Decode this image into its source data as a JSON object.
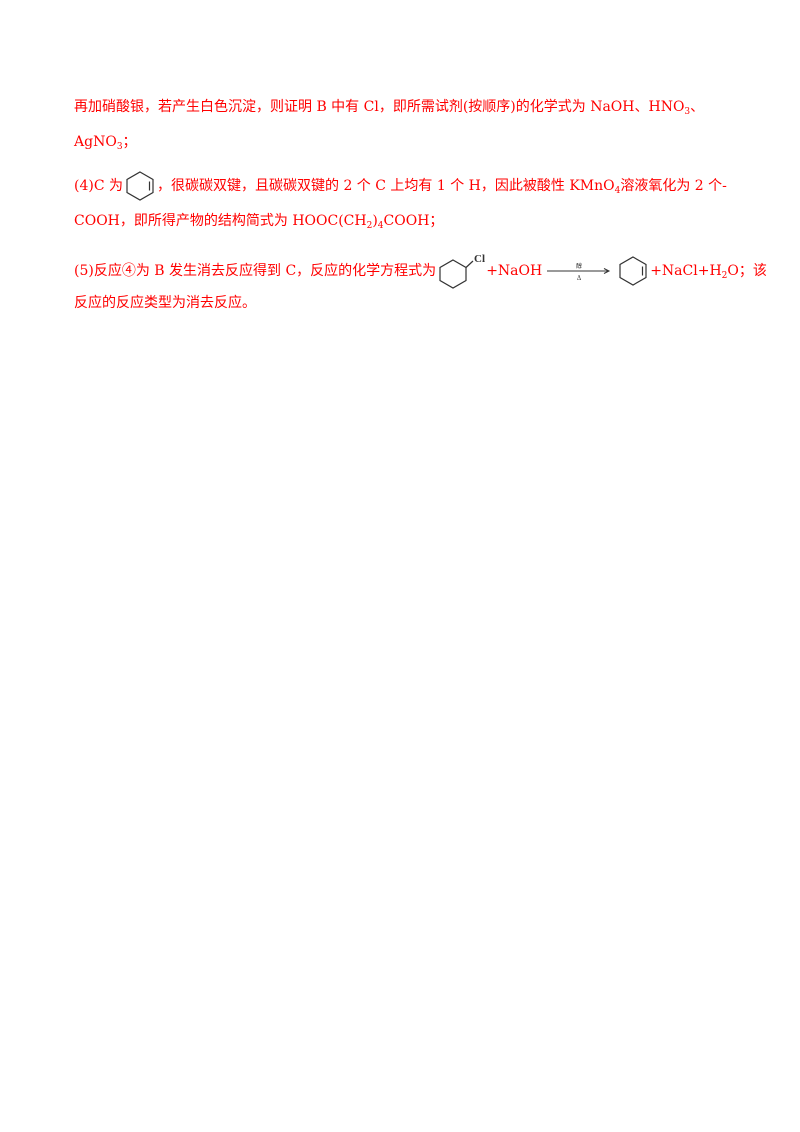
{
  "line1": {
    "text": "再加硝酸银，若产生白色沉淀，则证明 B 中有 Cl，即所需试剂(按顺序)的化学式为 NaOH、HNO",
    "sub": "3",
    "after": "、"
  },
  "line2": {
    "text": "AgNO",
    "sub": "3",
    "after": "；"
  },
  "line3": {
    "prefix": "(4)C 为",
    "mid": "，很碳碳双键，且碳碳双键的 2 个 C 上均有 1 个 H，因此被酸性 KMnO",
    "sub": "4",
    "after": "溶液氧化为 2 个-"
  },
  "line4": {
    "text": "COOH，即所得产物的结构简式为 HOOC(CH",
    "sub": "2",
    "after": ")",
    "sub2": "4",
    "after2": "COOH；"
  },
  "line5": {
    "prefix": "(5)反应④为 B 发生消去反应得到 C，反应的化学方程式为",
    "cl_label": "Cl",
    "reagent": "+NaOH",
    "arrow_top": "醇",
    "arrow_bottom": "Δ",
    "product": "+NaCl+H",
    "sub": "2",
    "after": "O；该"
  },
  "line6": {
    "text": "反应的反应类型为消去反应。"
  },
  "colors": {
    "text": "#ff0000",
    "structure": "#333333"
  }
}
